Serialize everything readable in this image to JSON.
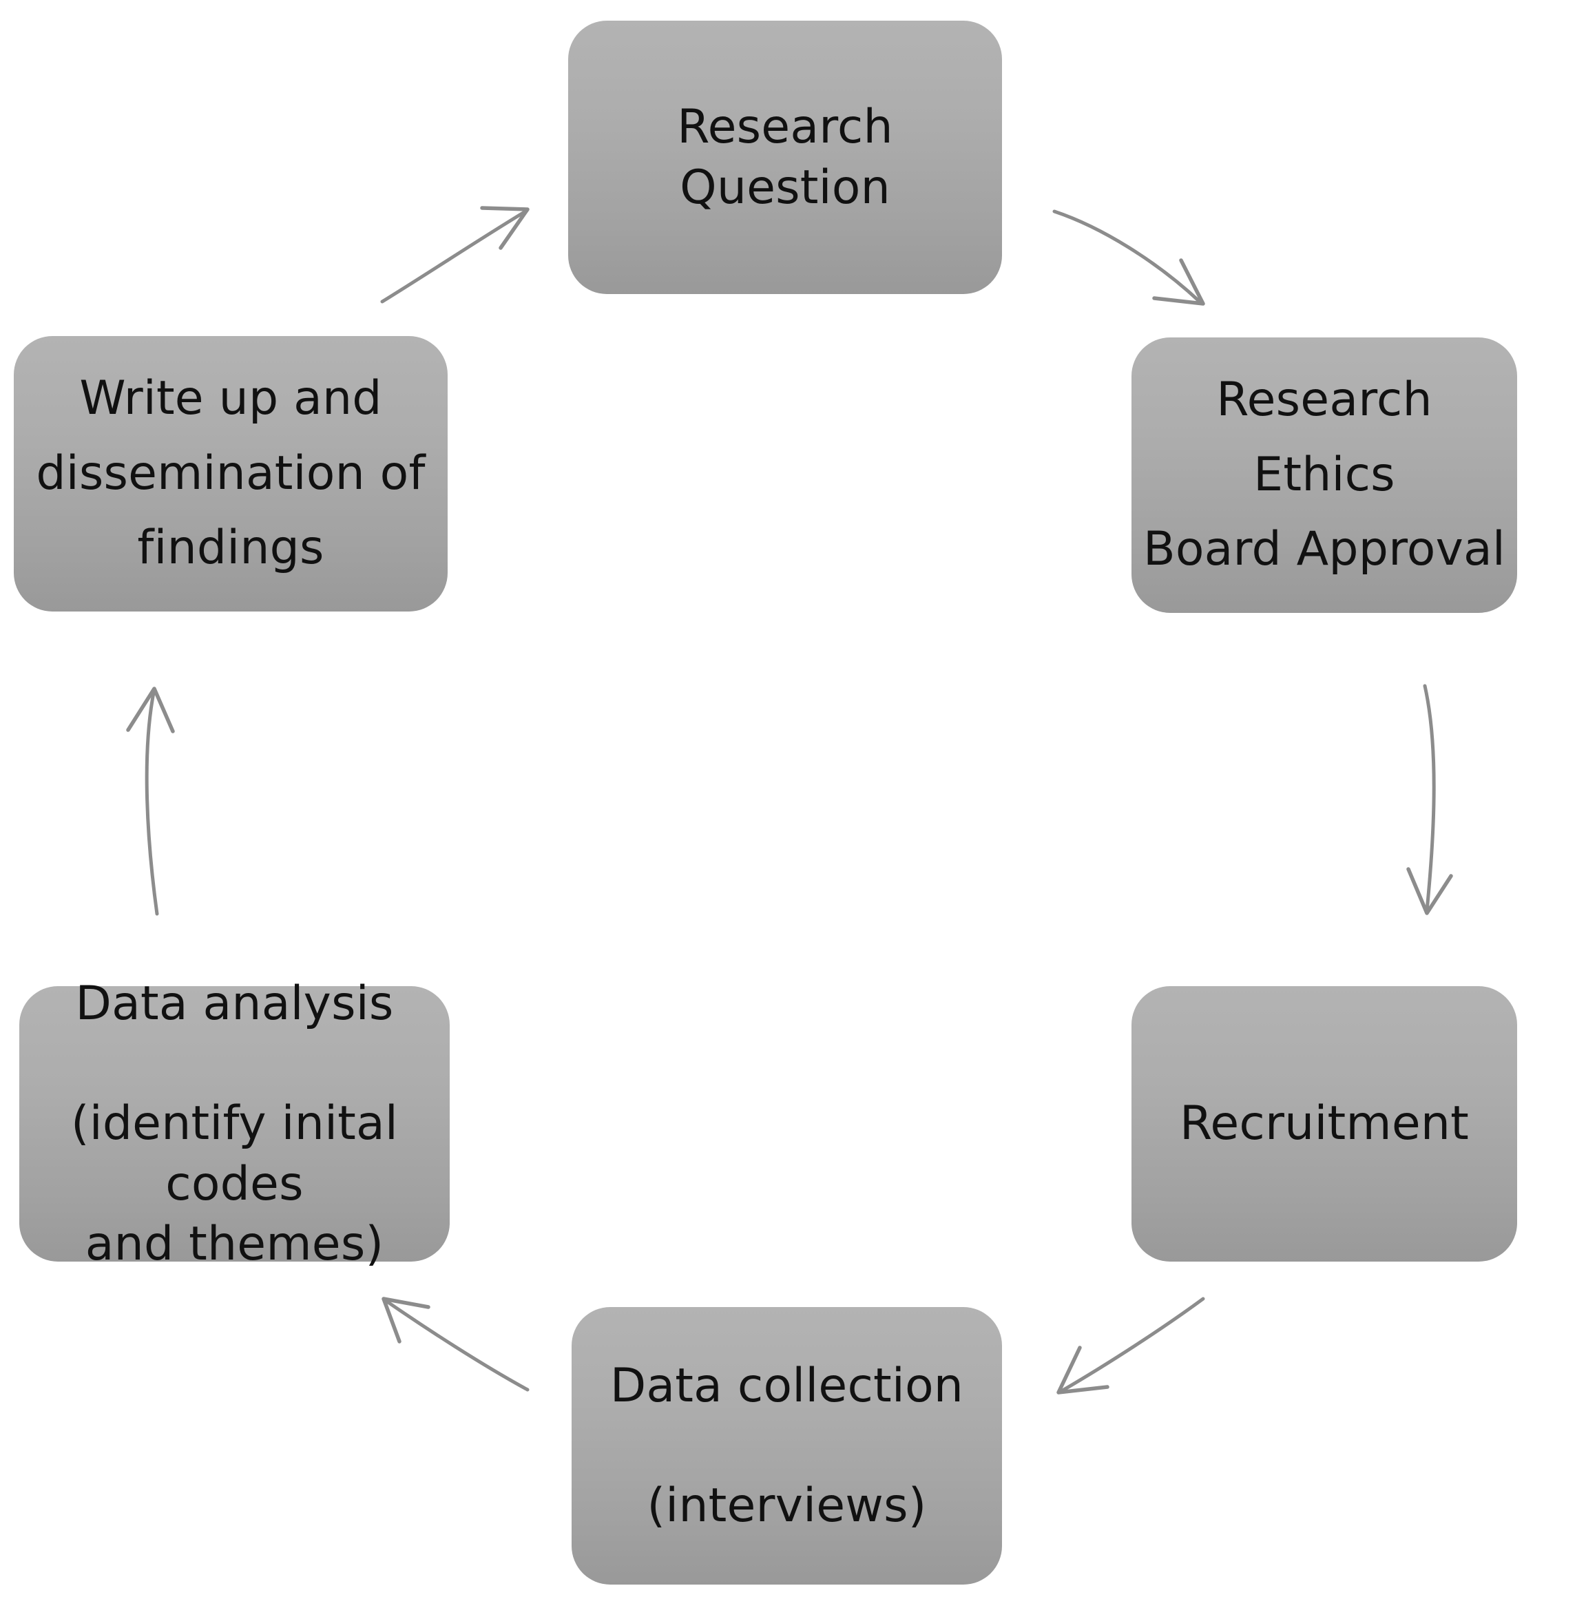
{
  "diagram": {
    "title": "Qualitative research process cycle",
    "type": "cyclical-flow-diagram",
    "background_color": "#ffffff",
    "node_fill_top": "#b3b3b3",
    "node_fill_bottom": "#999999",
    "node_text_color": "#111111",
    "arrow_color": "#8c8c8c",
    "direction": "clockwise",
    "nodes": [
      {
        "id": "research-question",
        "label": "Research  Question",
        "position": "top"
      },
      {
        "id": "ethics-approval",
        "label": "Research  Ethics\nBoard Approval",
        "position": "top-right"
      },
      {
        "id": "recruitment",
        "label": "Recruitment",
        "position": "bottom-right"
      },
      {
        "id": "data-collection",
        "label": "Data collection\n\n(interviews)",
        "position": "bottom"
      },
      {
        "id": "data-analysis",
        "label": "Data analysis\n\n(identify inital codes\nand themes)",
        "position": "bottom-left"
      },
      {
        "id": "write-up",
        "label": "Write up and\ndissemination of\nfindings",
        "position": "top-left"
      }
    ],
    "connectors": [
      {
        "id": "rq-to-ethics",
        "from": "research-question",
        "to": "ethics-approval",
        "style": "curved-arrow"
      },
      {
        "id": "ethics-to-recruit",
        "from": "ethics-approval",
        "to": "recruitment",
        "style": "curved-arrow"
      },
      {
        "id": "recruit-to-collect",
        "from": "recruitment",
        "to": "data-collection",
        "style": "curved-arrow"
      },
      {
        "id": "collect-to-analyse",
        "from": "data-collection",
        "to": "data-analysis",
        "style": "curved-arrow"
      },
      {
        "id": "analyse-to-write",
        "from": "data-analysis",
        "to": "write-up",
        "style": "curved-arrow"
      },
      {
        "id": "write-to-rq",
        "from": "write-up",
        "to": "research-question",
        "style": "curved-arrow"
      }
    ]
  }
}
